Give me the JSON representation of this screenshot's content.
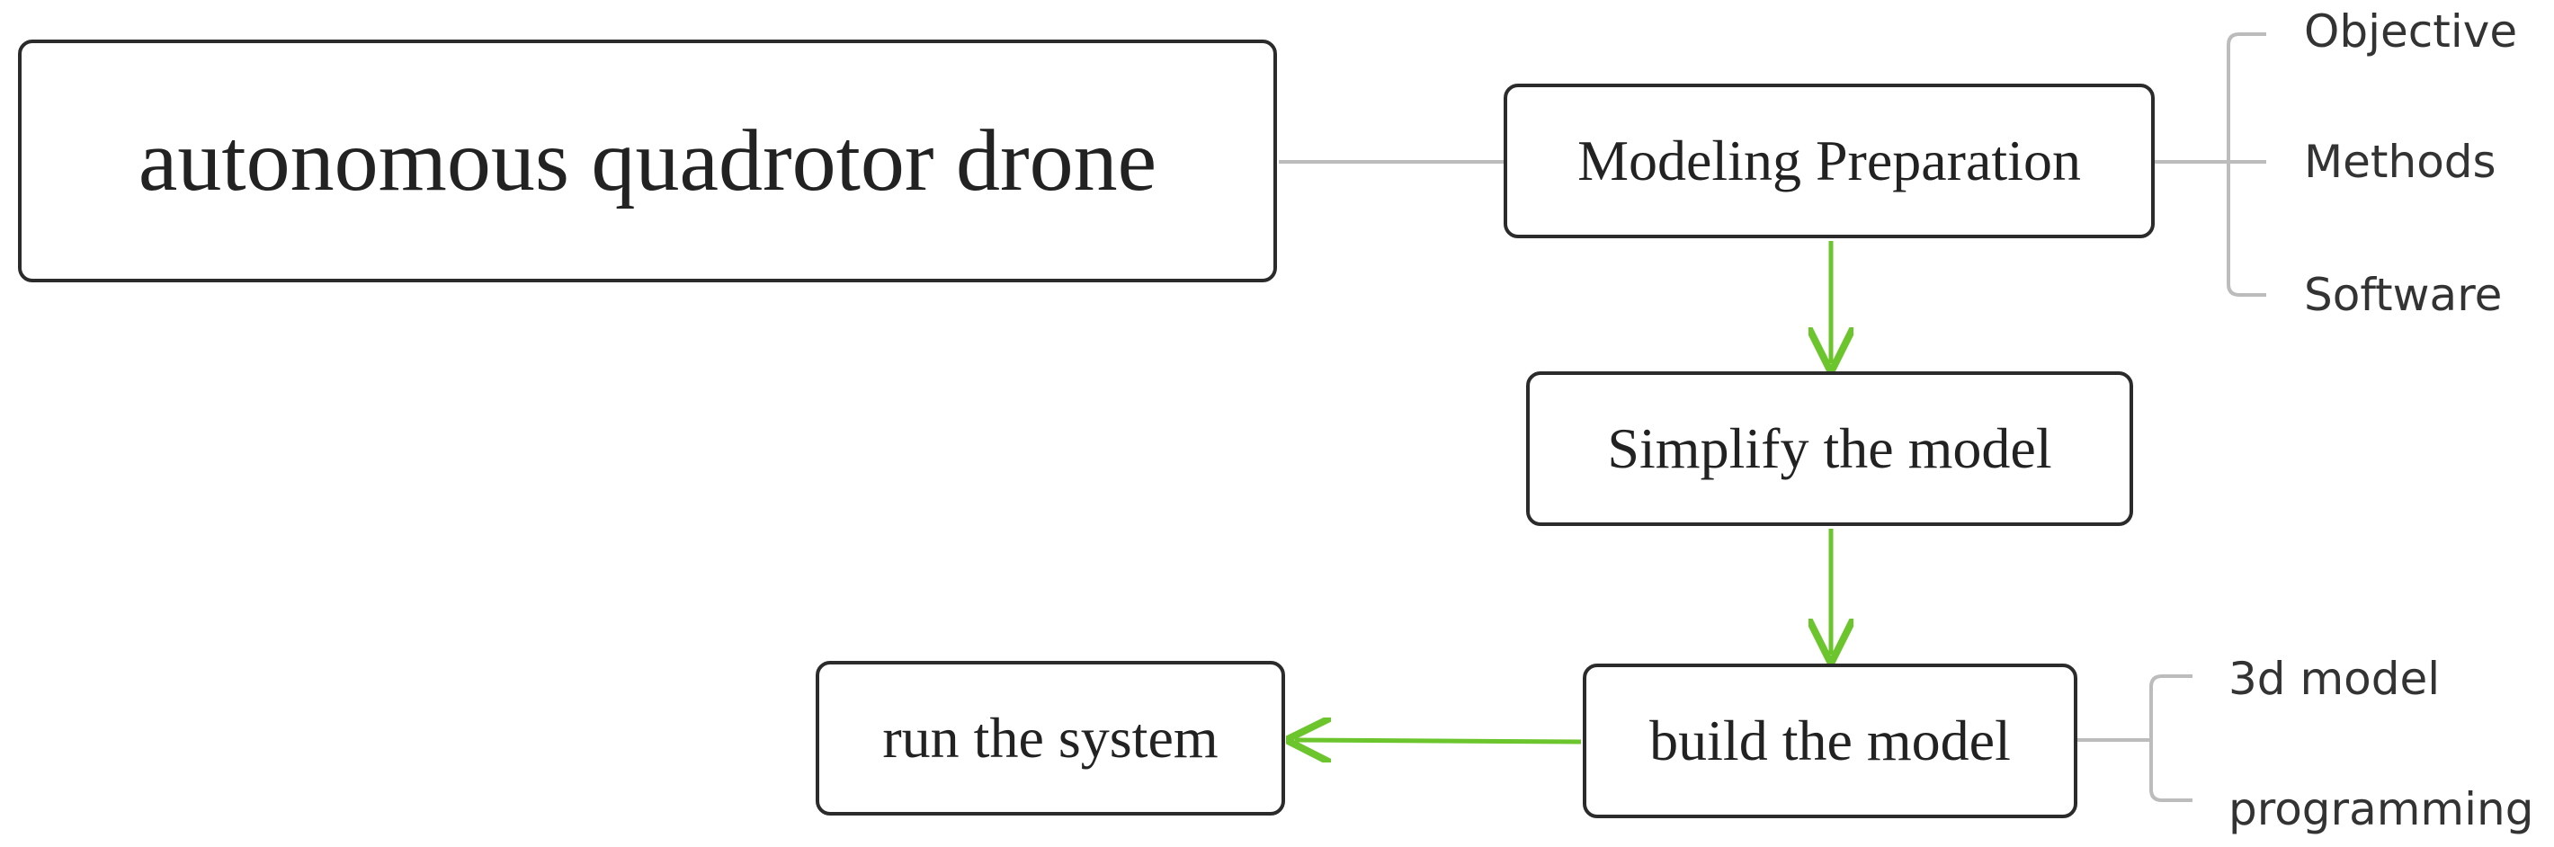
{
  "colors": {
    "box_border": "#2b2b2b",
    "connector_gray": "#bcbcbc",
    "arrow_green": "#6cc52c",
    "text": "#222222"
  },
  "nodes": {
    "main": "autonomous quadrotor drone",
    "preparation": "Modeling Preparation",
    "simplify": "Simplify the model",
    "build": "build the model",
    "run": "run the system"
  },
  "preparation_branches": [
    "Objective",
    "Methods",
    "Software"
  ],
  "build_branches": [
    "3d model",
    "programming"
  ],
  "icons": {
    "flow_arrow": "green-arrow"
  }
}
